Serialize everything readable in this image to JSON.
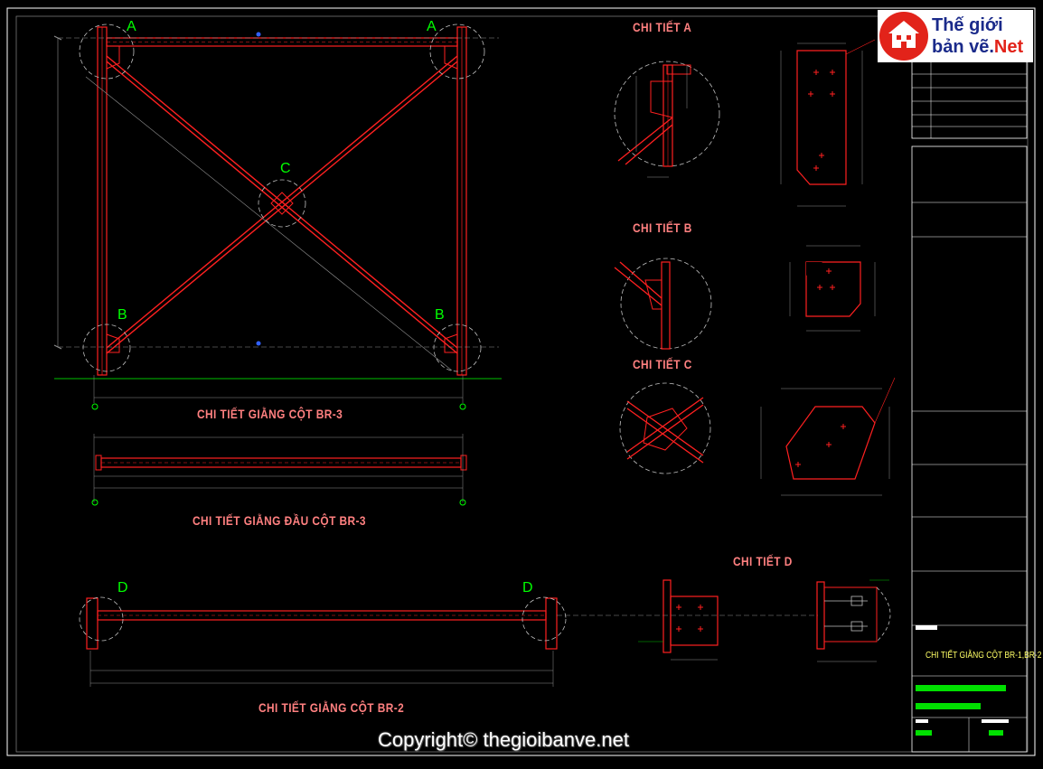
{
  "views": {
    "br3": {
      "title": "CHI TIẾT GIẰNG CỘT BR-3"
    },
    "br3_head": {
      "title": "CHI TIẾT GIẰNG ĐẦU CỘT BR-3"
    },
    "br2": {
      "title": "CHI TIẾT GIẰNG CỘT BR-2"
    },
    "detail_a": {
      "title": "CHI TIẾT A"
    },
    "detail_b": {
      "title": "CHI TIẾT B"
    },
    "detail_c": {
      "title": "CHI TIẾT C"
    },
    "detail_d": {
      "title": "CHI TIẾT D"
    }
  },
  "markers": {
    "a": "A",
    "b": "B",
    "c": "C",
    "d": "D"
  },
  "titleblock": {
    "drawing_title": "CHI TIẾT GIẰNG CỘT BR-1,BR-2"
  },
  "logo": {
    "line1": "Thế giới",
    "line2_prefix": "bản vẽ.",
    "line2_suffix": "Net"
  },
  "copyright": "Copyright© thegioibanve.net",
  "colors": {
    "background": "#000000",
    "member": "#ff2020",
    "dimension": "#c0c0c0",
    "title": "#ff8080",
    "label": "#00ff00",
    "frame": "#ffffff",
    "highlight": "#00ff00"
  }
}
